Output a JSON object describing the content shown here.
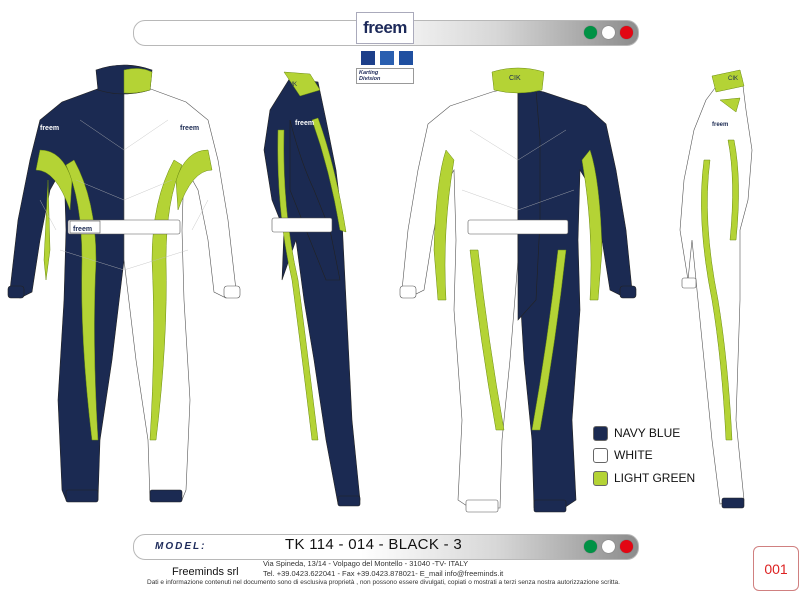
{
  "header": {
    "logo_text": "freem",
    "division_line1": "Karting",
    "division_line2": "Division",
    "flag_colors": [
      "#009245",
      "#ffffff",
      "#e30613"
    ],
    "brand_swatches": [
      "#1d3f8a",
      "#2a5fb0",
      "#1f4fa0"
    ]
  },
  "colors": {
    "navy": "#1b2a52",
    "white": "#ffffff",
    "green": "#b4d335"
  },
  "suit": {
    "logo_text": "freem",
    "cik_label": "CIK"
  },
  "legend": [
    {
      "label": "NAVY BLUE",
      "color": "#1b2a52"
    },
    {
      "label": "WHITE",
      "color": "#ffffff"
    },
    {
      "label": "LIGHT GREEN",
      "color": "#b4d335"
    }
  ],
  "footer": {
    "model_label": "MODEL:",
    "model_code": "TK 114 - 014 - BLACK - 3",
    "company": "Freeminds srl",
    "address": "Via Spineda, 13/14  - Volpago del Montello - 31040 -TV- ITALY",
    "contacts": "Tel. +39.0423.622041 - Fax +39.0423.878021- E_mail  info@freeminds.it",
    "disclaimer": "Dati e informazione contenuti nel documento sono di esclusiva proprietà  , non possono essere divulgati, copiati o mostrati a terzi senza nostra autorizzazione scritta.",
    "page_number": "001"
  }
}
